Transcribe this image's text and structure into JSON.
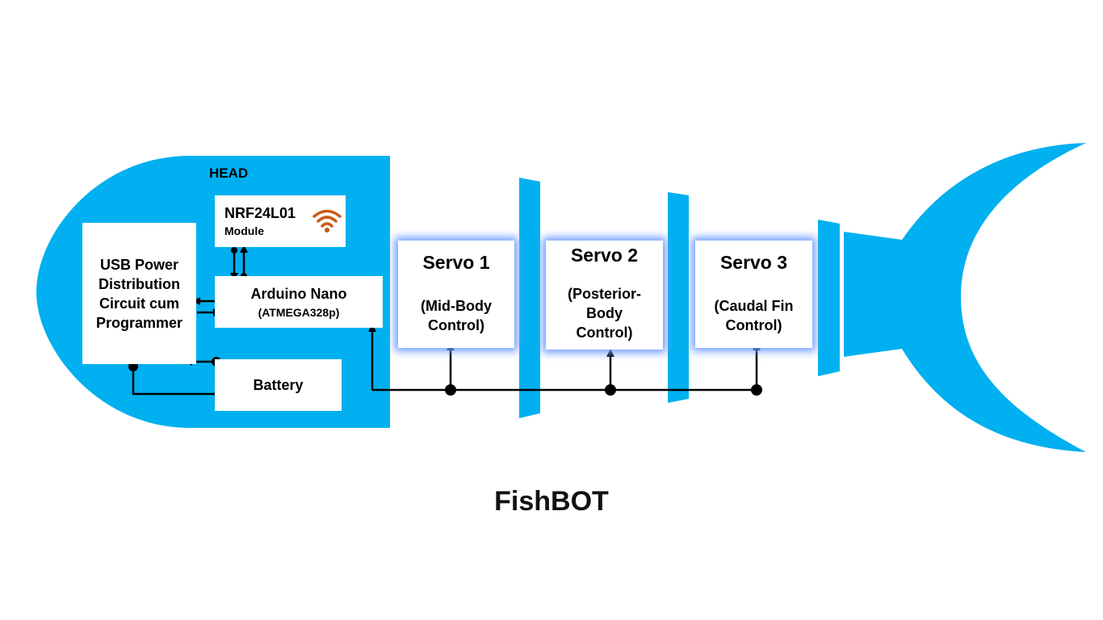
{
  "title": "FishBOT",
  "head_label": "HEAD",
  "colors": {
    "body": "#00b0f0",
    "box": "#ffffff",
    "glow": "#6f9bff",
    "wire": "#000000",
    "wifi": "#c55a11"
  },
  "nodes": {
    "usb": {
      "label": "USB Power\nDistribution\nCircuit cum\nProgrammer"
    },
    "nrf": {
      "title": "NRF24L01",
      "subtitle": "Module",
      "icon": "wifi-icon"
    },
    "arduino": {
      "title": "Arduino Nano",
      "subtitle": "(ATMEGA328p)"
    },
    "battery": {
      "label": "Battery"
    },
    "servo1": {
      "title": "Servo 1",
      "subtitle": "(Mid-Body\nControl)"
    },
    "servo2": {
      "title": "Servo 2",
      "subtitle": "(Posterior-\nBody\nControl)"
    },
    "servo3": {
      "title": "Servo 3",
      "subtitle": "(Caudal Fin\nControl)"
    }
  }
}
